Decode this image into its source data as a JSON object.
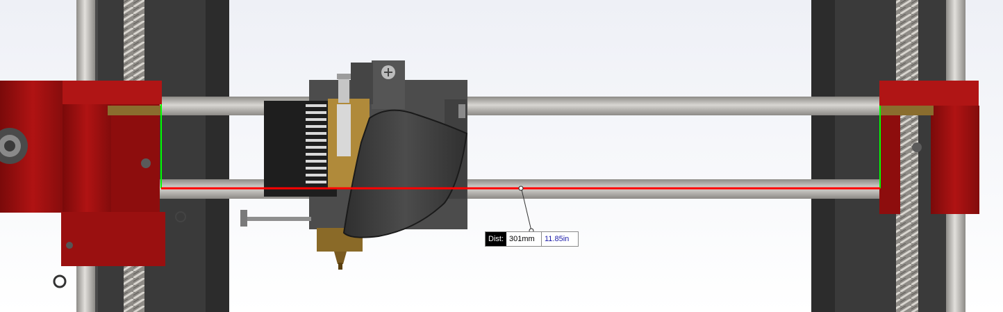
{
  "measurement": {
    "label": "Dist:",
    "value_mm": "301mm",
    "value_in": "11.85in"
  },
  "colors": {
    "background_top": "#eef0f6",
    "background_bottom": "#ffffff",
    "frame_dark": "#3b3b3b",
    "rod": "#b9b6b0",
    "red_part": "#a80f0f",
    "brass": "#b08a3a",
    "measure_line": "#ff0000",
    "reference_edge": "#00ff00",
    "inch_text": "#1a1aa8"
  }
}
